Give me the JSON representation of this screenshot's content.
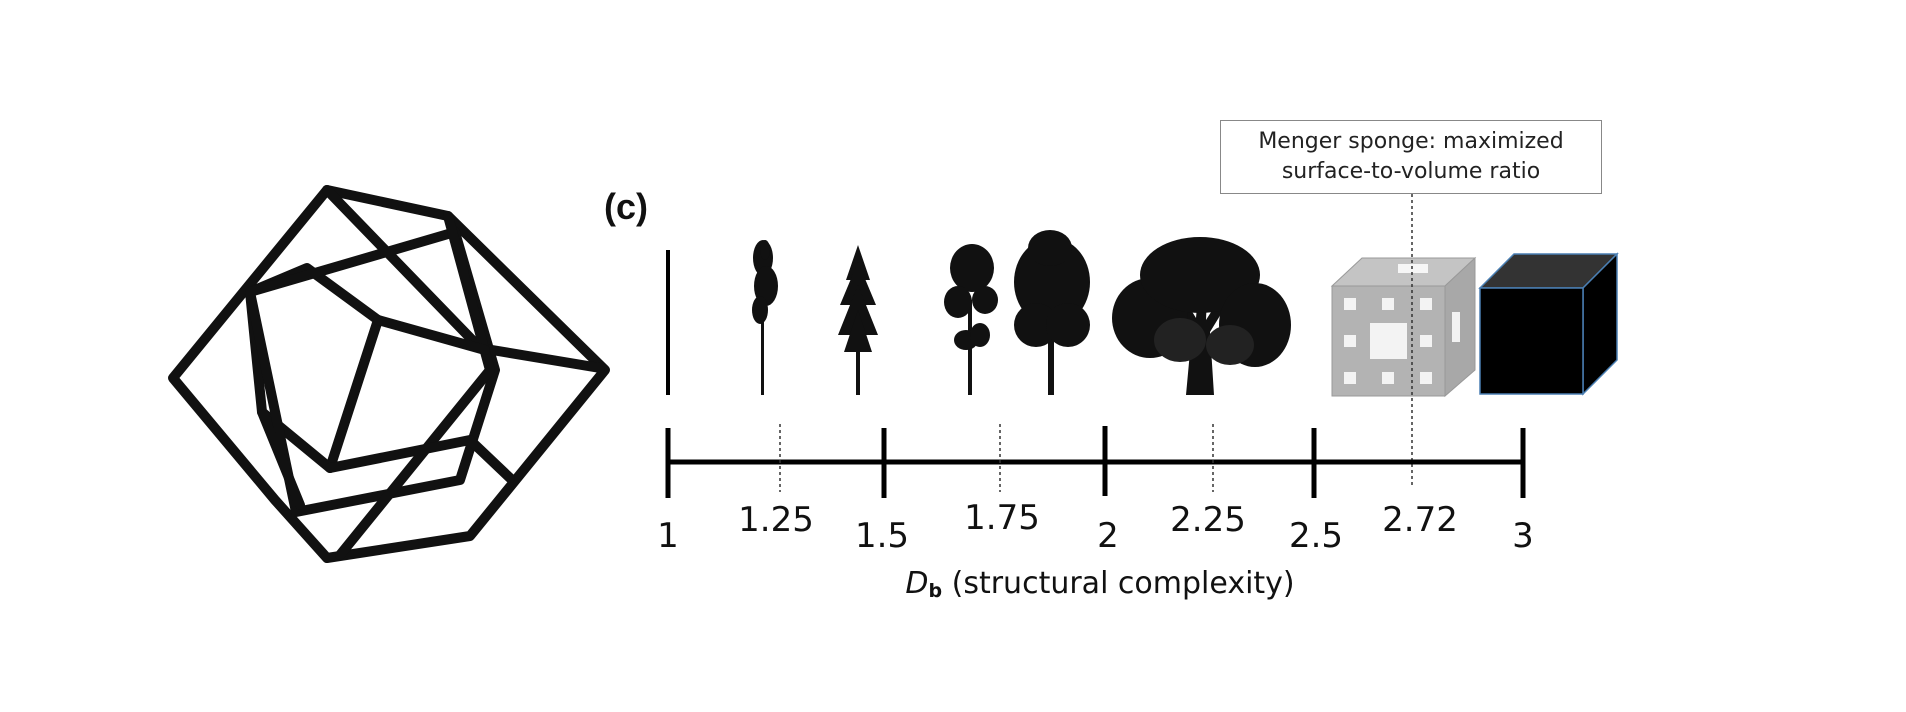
{
  "figure": {
    "panel_label": "(c)",
    "callout": {
      "line1": "Menger sponge: maximized",
      "line2": "surface-to-volume ratio"
    },
    "axis": {
      "symbol": "D",
      "subscript": "b",
      "title_rest": " (structural complexity)",
      "major_ticks": [
        "1",
        "1.5",
        "2",
        "2.5",
        "3"
      ],
      "minor_ticks": [
        "1.25",
        "1.75",
        "2.25",
        "2.72"
      ]
    },
    "illustrations": [
      "line",
      "tree",
      "tree",
      "tree",
      "tree",
      "tree",
      "menger-sponge",
      "cube"
    ]
  }
}
